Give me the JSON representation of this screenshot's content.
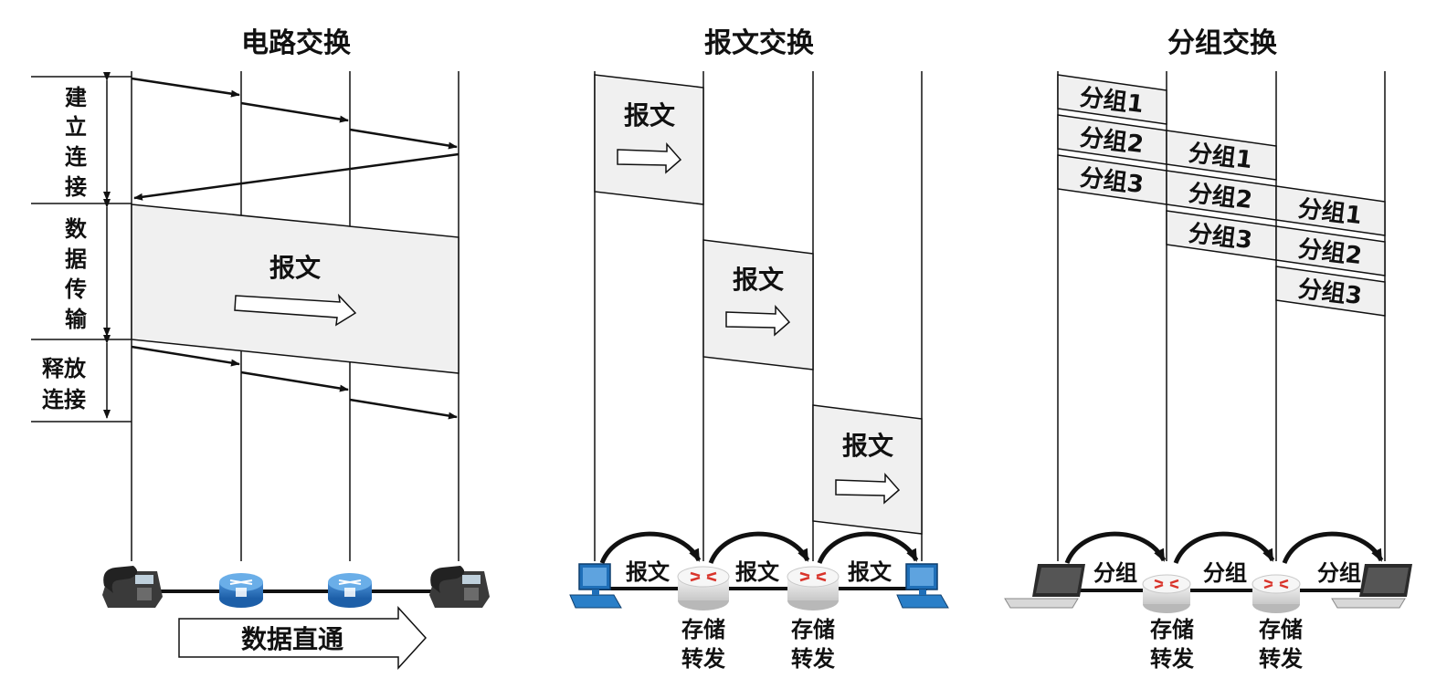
{
  "circuit": {
    "title": "电路交换",
    "phase_setup": [
      "建",
      "立",
      "连",
      "接"
    ],
    "phase_transfer": [
      "数",
      "据",
      "传",
      "输"
    ],
    "phase_release": [
      "释放",
      "连接"
    ],
    "message": "报文",
    "direct": "数据直通",
    "icons": {
      "ends": "telephone-icon",
      "switches": "switch-icon"
    }
  },
  "message_switching": {
    "title": "报文交换",
    "block_label": "报文",
    "link_labels": [
      "报文",
      "报文",
      "报文"
    ],
    "store_forward": [
      "存储",
      "转发"
    ],
    "icons": {
      "ends": "computer-icon",
      "nodes": "router-icon"
    }
  },
  "packet_switching": {
    "title": "分组交换",
    "packets": [
      "分组1",
      "分组2",
      "分组3"
    ],
    "link_labels": [
      "分组",
      "分组",
      "分组"
    ],
    "store_forward": [
      "存储",
      "转发"
    ],
    "icons": {
      "ends": "laptop-icon",
      "nodes": "router-icon"
    }
  }
}
